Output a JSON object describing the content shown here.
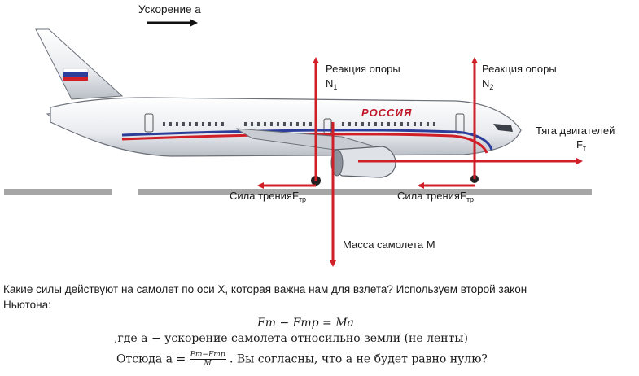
{
  "labels": {
    "acceleration": "Ускорение a",
    "normal1": "Реакция опоры",
    "normal1_sym": "N",
    "normal1_sub": "1",
    "normal2": "Реакция опоры",
    "normal2_sym": "N",
    "normal2_sub": "2",
    "thrust": "Тяга двигателей",
    "thrust_sym": "F",
    "thrust_sub": "т",
    "friction1": "Сила трения",
    "friction1_sym": "F",
    "friction1_sub": "тр",
    "friction2": "Сила трения",
    "friction2_sym": "F",
    "friction2_sub": "тр",
    "mass": "Масса самолета М",
    "airline": "РОССИЯ"
  },
  "text": {
    "question": "Какие силы действуют на самолет по оси X, которая важна нам для взлета? Используем   второй закон Ньютона:",
    "formula_main": "Fт − Fтр = Ma",
    "line_where": ",где a − ускорение самолета относильно земли (не ленты)",
    "line_hence_prefix": "Отсюда a =",
    "frac_num": "Fт−Fтр",
    "frac_den": "M",
    "line_hence_suffix": ". Вы согласны, что a не будет равно нулю?"
  },
  "colors": {
    "arrow": "#d01f27",
    "road": "#a6a6a6",
    "fuselage": "#f2f3f5",
    "stripe_blue": "#2c3e9a",
    "stripe_red": "#d01f27"
  }
}
